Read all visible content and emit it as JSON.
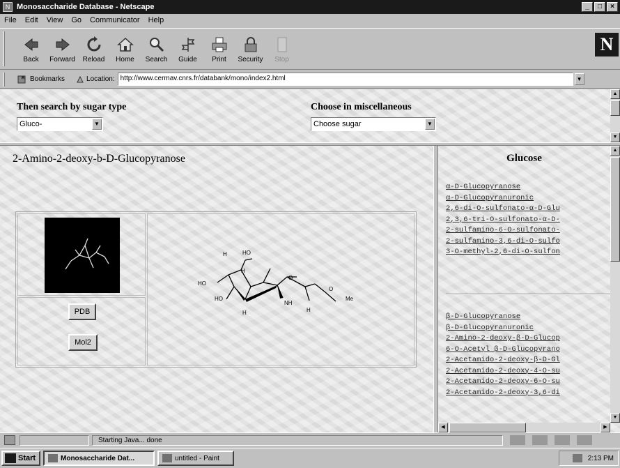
{
  "window": {
    "title": "Monosaccharide Database - Netscape"
  },
  "menu": [
    "File",
    "Edit",
    "View",
    "Go",
    "Communicator",
    "Help"
  ],
  "toolbar": {
    "buttons": [
      {
        "label": "Back",
        "icon": "back-arrow-icon"
      },
      {
        "label": "Forward",
        "icon": "forward-arrow-icon"
      },
      {
        "label": "Reload",
        "icon": "reload-icon"
      },
      {
        "label": "Home",
        "icon": "home-icon"
      },
      {
        "label": "Search",
        "icon": "search-icon"
      },
      {
        "label": "Guide",
        "icon": "guide-icon"
      },
      {
        "label": "Print",
        "icon": "print-icon"
      },
      {
        "label": "Security",
        "icon": "lock-icon"
      },
      {
        "label": "Stop",
        "icon": "stop-icon",
        "disabled": true
      }
    ]
  },
  "location_bar": {
    "bookmarks_label": "Bookmarks",
    "location_label": "Location:",
    "url": "http://www.cermav.cnrs.fr/databank/mono/index2.html"
  },
  "search_frame": {
    "sugar_type_label": "Then search by sugar type",
    "sugar_type_selected": "Gluco-",
    "misc_label": "Choose in miscellaneous",
    "misc_selected": "Choose sugar"
  },
  "main": {
    "title": "2-Amino-2-deoxy-b-D-Glucopyranose",
    "pdb_button": "PDB",
    "mol2_button": "Mol2",
    "structure_labels": {
      "h_top_left": "H",
      "ho_top": "HO",
      "h_top_right": "H",
      "ho_left": "HO",
      "o_ring": "O",
      "ho_bottom": "HO",
      "nh2": "NH",
      "ome": "O",
      "me": "Me",
      "h_bottom_left": "H",
      "h_bottom_right": "H"
    }
  },
  "sidebar": {
    "title": "Glucose",
    "alpha_links": [
      "α-D-Glucopyranose",
      "α-D-Glucopyranuronic",
      "2,6-di-O-sulfonato-α-D-Glu",
      "2,3,6-tri-O-sulfonato-α-D-",
      "2-sulfamino-6-O-sulfonato-",
      "2-sulfamino-3,6-di-O-sulfo",
      "3-O-methyl-2,6-di-O-sulfon"
    ],
    "beta_links": [
      "β-D-Glucopyranose",
      "β-D-Glucopyranuronic",
      "2-Amino-2-deoxy-β-D-Glucop",
      "6-O-Acetyl β-D-Glucopyrano",
      "2-Acetamido-2-deoxy-β-D-Gl",
      "2-Acetamido-2-deoxy-4-O-su",
      "2-Acetamido-2-deoxy-6-O-su",
      "2-Acetamido-2-deoxy-3,6-di"
    ]
  },
  "status": {
    "text": "Starting Java... done"
  },
  "taskbar": {
    "start": "Start",
    "tasks": [
      {
        "label": "Monosaccharide Dat...",
        "active": true
      },
      {
        "label": "untitled - Paint",
        "active": false
      }
    ],
    "clock": "2:13 PM"
  }
}
